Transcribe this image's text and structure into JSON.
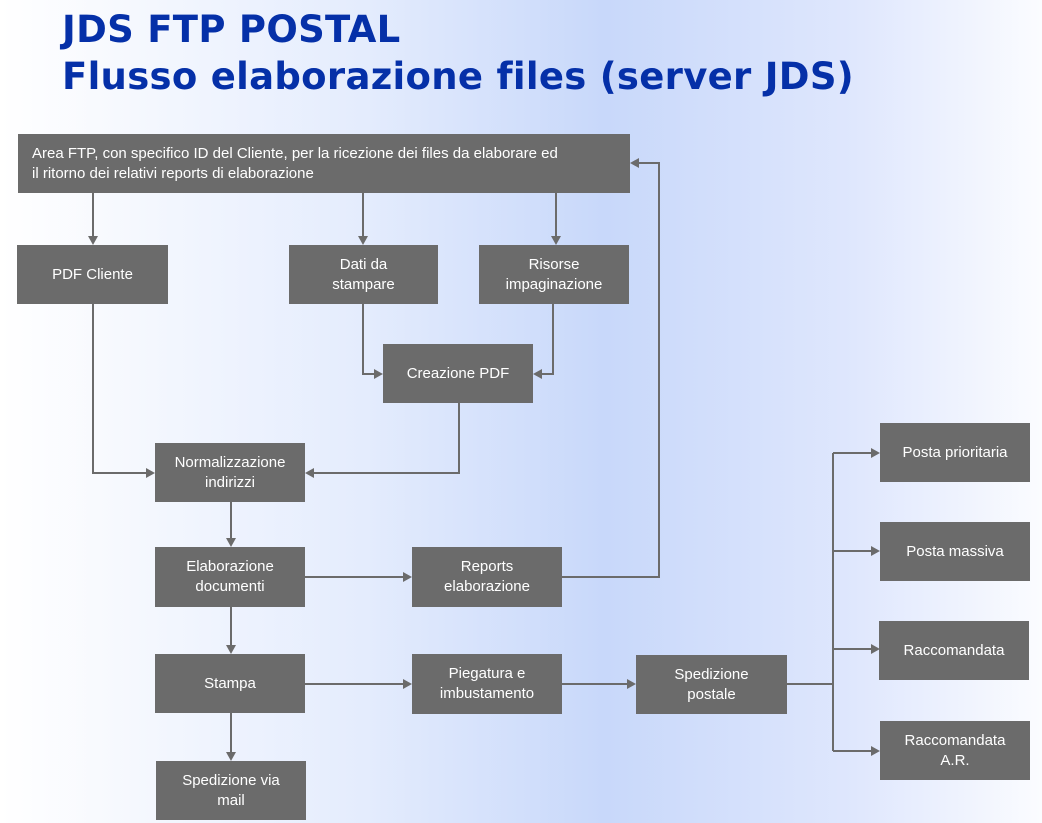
{
  "title": {
    "line1": "JDS FTP POSTAL",
    "line2": "Flusso elaborazione files (server JDS)"
  },
  "colors": {
    "title": "#0530a8",
    "box_fill": "#6b6b6b",
    "box_text": "#ffffff",
    "connector": "#6b6b6b"
  },
  "nodes": {
    "area_ftp": "Area FTP, con specifico ID del Cliente, per la ricezione dei files da elaborare ed\nil ritorno dei relativi reports di elaborazione",
    "pdf_cliente": "PDF Cliente",
    "dati_stampare": "Dati da\nstampare",
    "risorse_impaginazione": "Risorse\nimpaginazione",
    "creazione_pdf": "Creazione PDF",
    "normalizzazione": "Normalizzazione\nindirizzi",
    "elaborazione_documenti": "Elaborazione\ndocumenti",
    "reports_elaborazione": "Reports\nelaborazione",
    "stampa": "Stampa",
    "piegatura": "Piegatura e\nimbustamento",
    "spedizione_postale": "Spedizione\npostale",
    "spedizione_mail": "Spedizione via\nmail",
    "posta_prioritaria": "Posta prioritaria",
    "posta_massiva": "Posta massiva",
    "raccomandata": "Raccomandata",
    "raccomandata_ar": "Raccomandata\nA.R."
  },
  "edges": [
    {
      "from": "area_ftp",
      "to": "pdf_cliente"
    },
    {
      "from": "area_ftp",
      "to": "dati_stampare"
    },
    {
      "from": "area_ftp",
      "to": "risorse_impaginazione"
    },
    {
      "from": "dati_stampare",
      "to": "creazione_pdf"
    },
    {
      "from": "risorse_impaginazione",
      "to": "creazione_pdf"
    },
    {
      "from": "pdf_cliente",
      "to": "normalizzazione"
    },
    {
      "from": "creazione_pdf",
      "to": "normalizzazione"
    },
    {
      "from": "normalizzazione",
      "to": "elaborazione_documenti"
    },
    {
      "from": "elaborazione_documenti",
      "to": "reports_elaborazione"
    },
    {
      "from": "reports_elaborazione",
      "to": "area_ftp"
    },
    {
      "from": "elaborazione_documenti",
      "to": "stampa"
    },
    {
      "from": "stampa",
      "to": "piegatura"
    },
    {
      "from": "stampa",
      "to": "spedizione_mail"
    },
    {
      "from": "piegatura",
      "to": "spedizione_postale"
    },
    {
      "from": "spedizione_postale",
      "to": "posta_prioritaria"
    },
    {
      "from": "spedizione_postale",
      "to": "posta_massiva"
    },
    {
      "from": "spedizione_postale",
      "to": "raccomandata"
    },
    {
      "from": "spedizione_postale",
      "to": "raccomandata_ar"
    }
  ]
}
